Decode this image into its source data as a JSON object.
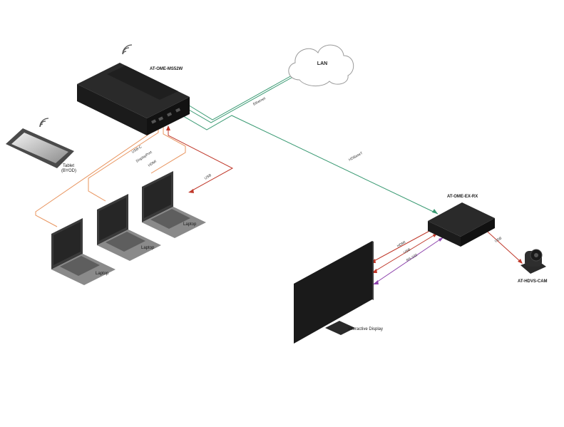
{
  "colors": {
    "ethernet": "#3a9a73",
    "hdbaset": "#3a9a73",
    "usb_c": "#e8945e",
    "displayport": "#e8945e",
    "hdmi": "#e8945e",
    "usb": "#c0392b",
    "hdmi_out": "#c0392b",
    "usb_out": "#c0392b",
    "rs232": "#8e44ad",
    "cam_usb": "#c0392b",
    "device_dark": "#1c1c1c",
    "laptop_gray": "#6e6e6e"
  },
  "devices": {
    "switcher": "AT-OME-MS52W",
    "receiver": "AT-OME-EX-RX",
    "camera": "AT-HDVS-CAM",
    "display": "Interactive Display",
    "tablet": "Tablet\n(BYOD)",
    "tablet_line1": "Tablet",
    "tablet_line2": "(BYOD)",
    "lan": "LAN",
    "laptop_1": "Laptop",
    "laptop_2": "Laptop",
    "laptop_3": "Laptop"
  },
  "connections": {
    "ethernet": "Ethernet",
    "hdbaset": "HDBaseT",
    "usb_c": "USB-C",
    "displayport": "DisplayPort",
    "hdmi_in": "HDMI",
    "usb_in": "USB",
    "hdmi_out": "HDMI",
    "usb_out": "USB",
    "rs232": "RS-232",
    "cam_usb": "USB"
  },
  "icons": {
    "wifi": "wifi-icon",
    "cloud": "cloud-icon"
  }
}
